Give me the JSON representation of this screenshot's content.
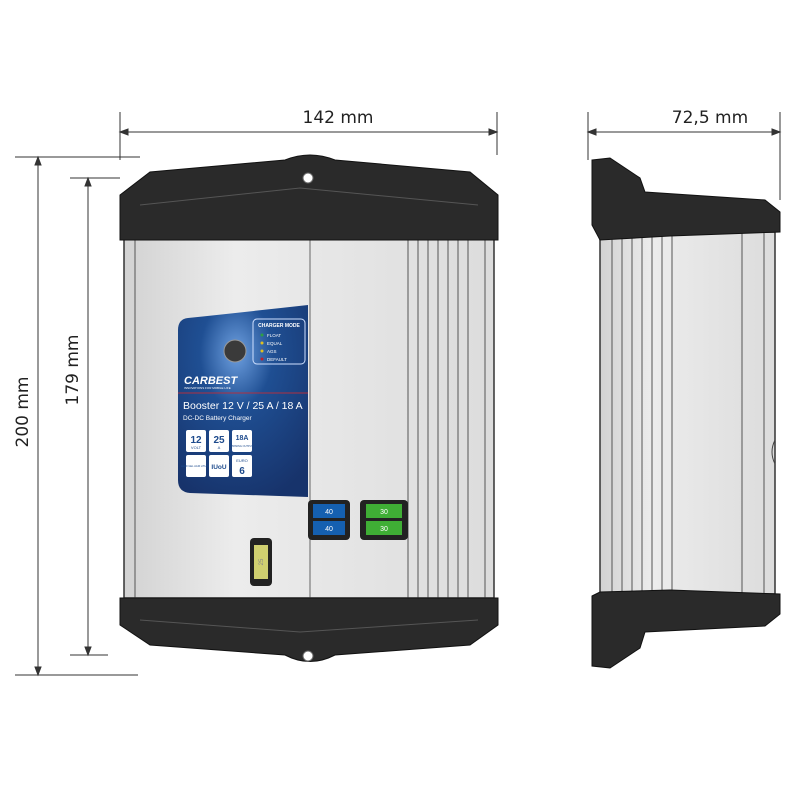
{
  "dimensions": {
    "width": "142 mm",
    "depth": "72,5 mm",
    "height_total": "200 mm",
    "height_body": "179 mm"
  },
  "label": {
    "mode_title": "CHARGER MODE",
    "modes": [
      "FLOAT",
      "EQUAL",
      "AGS",
      "DEFAULT"
    ],
    "mode_colors": [
      "#2ea043",
      "#e0c020",
      "#e0c020",
      "#c0202a"
    ],
    "brand": "CARBEST",
    "tagline": "INNOVATIONS FOR MOBILE LIFE",
    "product": "Booster 12 V / 25 A / 18 A",
    "subtitle": "DC-DC Battery Charger",
    "badges": [
      {
        "big": "12",
        "small": "VOLT"
      },
      {
        "big": "25",
        "small": "A"
      },
      {
        "big": "18A",
        "small": "PRIMING OUTPUT"
      },
      {
        "big": "",
        "small": "LEAD GEL AGM LITHIUM"
      },
      {
        "big": "IUoU",
        "small": ""
      },
      {
        "big": "6",
        "small": "EURO"
      }
    ]
  },
  "fuses": {
    "blue": [
      "40",
      "40"
    ],
    "green": [
      "30",
      "30"
    ],
    "yellow": "25"
  },
  "colors": {
    "label_blue": "#1d4a8c",
    "fuse_blue": "#1560b0",
    "fuse_green": "#3fae35",
    "fuse_yellow": "#cfcf70",
    "cap": "#2a2a2a",
    "body": "#e4e4e4"
  }
}
